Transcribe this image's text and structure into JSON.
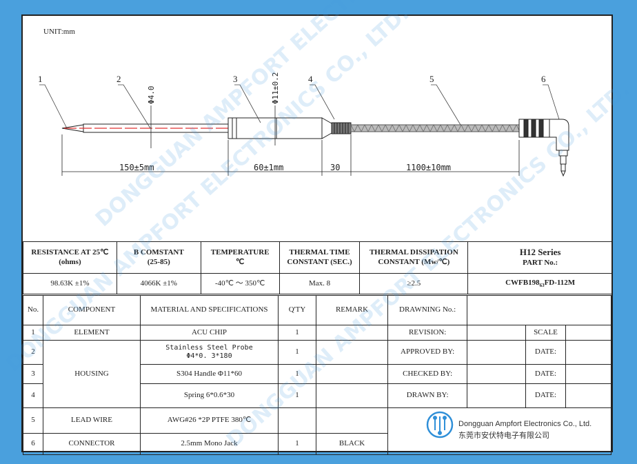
{
  "unit_label": "UNIT:mm",
  "callouts": [
    "1",
    "2",
    "3",
    "4",
    "5",
    "6"
  ],
  "dimensions": {
    "d_probe": "Φ4.0",
    "d_handle": "Φ11±0.2",
    "len_probe": "150±5mm",
    "len_handle": "60±1mm",
    "len_spring": "30",
    "len_wire": "1100±10mm"
  },
  "spec_table": {
    "headers": [
      {
        "line1": "RESISTANCE AT 25℃",
        "line2": "(ohms)"
      },
      {
        "line1": "B  COMSTANT",
        "line2": "(25-85)"
      },
      {
        "line1": "TEMPERATURE",
        "line2": "℃"
      },
      {
        "line1": "THERMAL TIME",
        "line2": "CONSTANT (SEC.)"
      },
      {
        "line1": "THERMAL DISSIPATION",
        "line2": "CONSTANT  (Mw/℃)"
      }
    ],
    "values": [
      "98.63K ±1%",
      "4066K ±1%",
      "-40℃ ～ 350℃",
      "Max. 8",
      "≥2.5"
    ],
    "series": "H12 Series",
    "part_label": "PART No.:",
    "part_prefix": "CWFB198",
    "part_sub": "63",
    "part_suffix": "FD-112M"
  },
  "components": {
    "headers": [
      "No.",
      "COMPONENT",
      "MATERIAL AND SPECIFICATIONS",
      "Q'TY",
      "REMARK"
    ],
    "rows": [
      {
        "no": "1",
        "component": "ELEMENT",
        "material": "ACU CHIP",
        "qty": "1",
        "remark": ""
      },
      {
        "no": "2",
        "component": "HOUSING",
        "material_line1": "Stainless Steel Probe",
        "material_line2": "Φ4*0. 3*180",
        "qty": "1",
        "remark": ""
      },
      {
        "no": "3",
        "component": "",
        "material": "S304 Handle  Φ11*60",
        "qty": "1",
        "remark": ""
      },
      {
        "no": "4",
        "component": "",
        "material": "Spring  6*0.6*30",
        "qty": "1",
        "remark": ""
      },
      {
        "no": "5",
        "component": "LEAD WIRE",
        "material": "AWG#26 *2P PTFE 380℃",
        "qty": "",
        "remark": ""
      },
      {
        "no": "6",
        "component": "CONNECTOR",
        "material": "2.5mm Mono Jack",
        "qty": "1",
        "remark": "BLACK"
      }
    ]
  },
  "approval": {
    "drawing_no": "DRAWNING No.:",
    "revision": "REVISION:",
    "scale": "SCALE",
    "approved": "APPROVED BY:",
    "checked": "CHECKED BY:",
    "drawn": "DRAWN BY:",
    "date": "DATE:"
  },
  "company": {
    "name_en": "Dongguan Ampfort Electronics Co., Ltd.",
    "name_cn": "东莞市安伏特电子有限公司"
  },
  "watermark": "DONGGUAN AMPFORT ELECTRONICS CO., LTD.",
  "colors": {
    "background": "#4aa0dd",
    "probe_line": "#e03030",
    "watermark": "#4a9be0",
    "logo": "#2f8fd8"
  }
}
